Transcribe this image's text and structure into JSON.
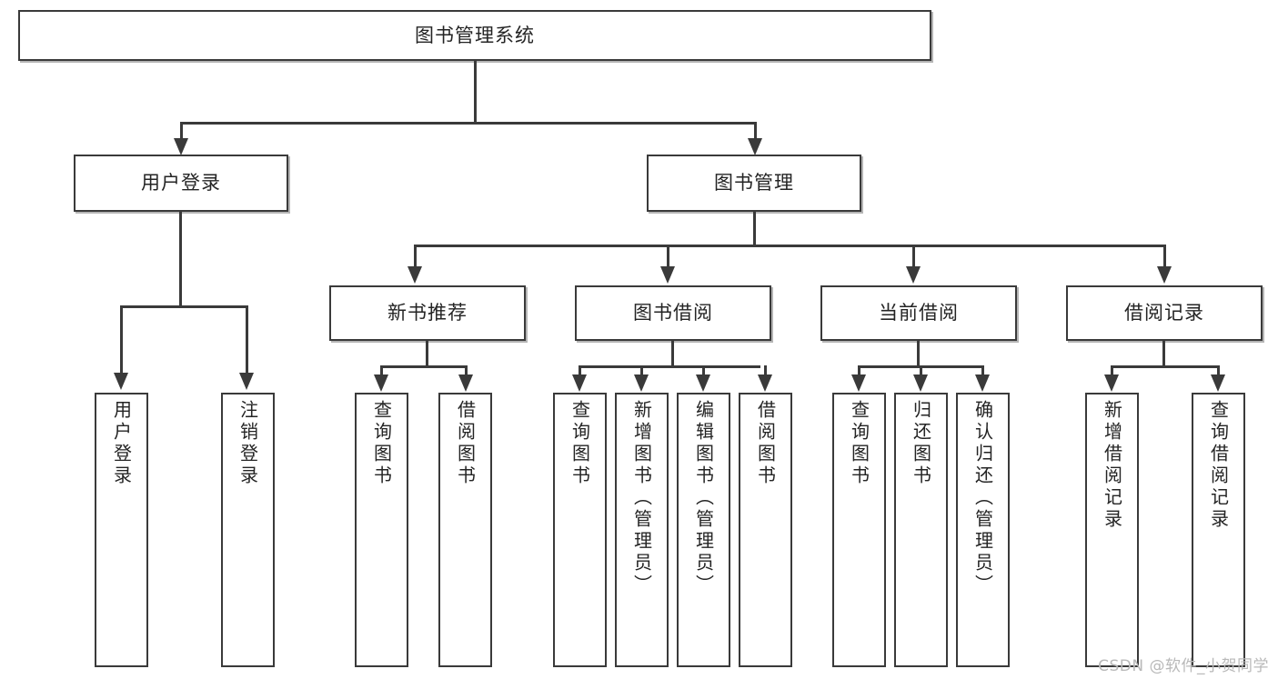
{
  "diagram": {
    "title": "图书管理系统",
    "type": "hierarchy-tree",
    "root": {
      "id": "root",
      "label": "图书管理系统"
    },
    "level2": [
      {
        "id": "user-login",
        "label": "用户登录"
      },
      {
        "id": "book-manage",
        "label": "图书管理"
      }
    ],
    "level3": [
      {
        "id": "new-book-recommend",
        "label": "新书推荐",
        "parent": "book-manage"
      },
      {
        "id": "book-borrow",
        "label": "图书借阅",
        "parent": "book-manage"
      },
      {
        "id": "current-borrow",
        "label": "当前借阅",
        "parent": "book-manage"
      },
      {
        "id": "borrow-record",
        "label": "借阅记录",
        "parent": "book-manage"
      }
    ],
    "leaves": [
      {
        "id": "leaf-user-login",
        "label": "用户登录",
        "parent": "user-login"
      },
      {
        "id": "leaf-logout-login",
        "label": "注销登录",
        "parent": "user-login"
      },
      {
        "id": "leaf-query-book-1",
        "label": "查询图书",
        "parent": "new-book-recommend"
      },
      {
        "id": "leaf-borrow-book-1",
        "label": "借阅图书",
        "parent": "new-book-recommend"
      },
      {
        "id": "leaf-query-book-2",
        "label": "查询图书",
        "parent": "book-borrow"
      },
      {
        "id": "leaf-add-book",
        "label": "新增图书（管理员）",
        "parent": "book-borrow"
      },
      {
        "id": "leaf-edit-book",
        "label": "编辑图书（管理员）",
        "parent": "book-borrow"
      },
      {
        "id": "leaf-borrow-book-2",
        "label": "借阅图书",
        "parent": "book-borrow"
      },
      {
        "id": "leaf-query-book-3",
        "label": "查询图书",
        "parent": "current-borrow"
      },
      {
        "id": "leaf-return-book",
        "label": "归还图书",
        "parent": "current-borrow"
      },
      {
        "id": "leaf-confirm-return",
        "label": "确认归还（管理员）",
        "parent": "current-borrow"
      },
      {
        "id": "leaf-add-record",
        "label": "新增借阅记录",
        "parent": "borrow-record"
      },
      {
        "id": "leaf-query-record",
        "label": "查询借阅记录",
        "parent": "borrow-record"
      }
    ],
    "colors": {
      "stroke": "#3a3a3a",
      "fill": "#ffffff",
      "text": "#242424",
      "watermark": "#b9b9b9"
    }
  },
  "watermark": {
    "text": "CSDN @软件_小贺同学"
  }
}
